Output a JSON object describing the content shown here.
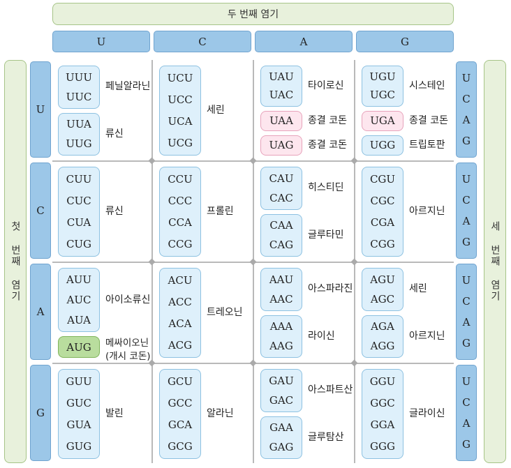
{
  "titles": {
    "second": "두 번째 염기",
    "first": "첫 번째 염기",
    "third": "세 번째 염기"
  },
  "bases": [
    "U",
    "C",
    "A",
    "G"
  ],
  "codon_table": [
    {
      "first": "U",
      "cells": [
        {
          "groups": [
            {
              "codons": [
                "UUU",
                "UUC"
              ],
              "aa": "페닐알라닌"
            },
            {
              "codons": [
                "UUA",
                "UUG"
              ],
              "aa": "류신"
            }
          ]
        },
        {
          "groups": [
            {
              "codons": [
                "UCU",
                "UCC",
                "UCA",
                "UCG"
              ],
              "aa": "세린"
            }
          ]
        },
        {
          "groups": [
            {
              "codons": [
                "UAU",
                "UAC"
              ],
              "aa": "타이로신"
            },
            {
              "codons": [
                "UAA"
              ],
              "aa": "종결 코돈",
              "kind": "stop"
            },
            {
              "codons": [
                "UAG"
              ],
              "aa": "종결 코돈",
              "kind": "stop"
            }
          ]
        },
        {
          "groups": [
            {
              "codons": [
                "UGU",
                "UGC"
              ],
              "aa": "시스테인"
            },
            {
              "codons": [
                "UGA"
              ],
              "aa": "종결 코돈",
              "kind": "stop"
            },
            {
              "codons": [
                "UGG"
              ],
              "aa": "트립토판"
            }
          ]
        }
      ]
    },
    {
      "first": "C",
      "cells": [
        {
          "groups": [
            {
              "codons": [
                "CUU",
                "CUC",
                "CUA",
                "CUG"
              ],
              "aa": "류신"
            }
          ]
        },
        {
          "groups": [
            {
              "codons": [
                "CCU",
                "CCC",
                "CCA",
                "CCG"
              ],
              "aa": "프롤린"
            }
          ]
        },
        {
          "groups": [
            {
              "codons": [
                "CAU",
                "CAC"
              ],
              "aa": "히스티딘"
            },
            {
              "codons": [
                "CAA",
                "CAG"
              ],
              "aa": "글루타민"
            }
          ]
        },
        {
          "groups": [
            {
              "codons": [
                "CGU",
                "CGC",
                "CGA",
                "CGG"
              ],
              "aa": "아르지닌"
            }
          ]
        }
      ]
    },
    {
      "first": "A",
      "cells": [
        {
          "groups": [
            {
              "codons": [
                "AUU",
                "AUC",
                "AUA"
              ],
              "aa": "아이소류신"
            },
            {
              "codons": [
                "AUG"
              ],
              "aa": "메싸이오닌 (개시 코돈)",
              "kind": "start"
            }
          ]
        },
        {
          "groups": [
            {
              "codons": [
                "ACU",
                "ACC",
                "ACA",
                "ACG"
              ],
              "aa": "트레오닌"
            }
          ]
        },
        {
          "groups": [
            {
              "codons": [
                "AAU",
                "AAC"
              ],
              "aa": "아스파라진"
            },
            {
              "codons": [
                "AAA",
                "AAG"
              ],
              "aa": "라이신"
            }
          ]
        },
        {
          "groups": [
            {
              "codons": [
                "AGU",
                "AGC"
              ],
              "aa": "세린"
            },
            {
              "codons": [
                "AGA",
                "AGG"
              ],
              "aa": "아르지닌"
            }
          ]
        }
      ]
    },
    {
      "first": "G",
      "cells": [
        {
          "groups": [
            {
              "codons": [
                "GUU",
                "GUC",
                "GUA",
                "GUG"
              ],
              "aa": "발린"
            }
          ]
        },
        {
          "groups": [
            {
              "codons": [
                "GCU",
                "GCC",
                "GCA",
                "GCG"
              ],
              "aa": "알라닌"
            }
          ]
        },
        {
          "groups": [
            {
              "codons": [
                "GAU",
                "GAC"
              ],
              "aa": "아스파트산"
            },
            {
              "codons": [
                "GAA",
                "GAG"
              ],
              "aa": "글루탐산"
            }
          ]
        },
        {
          "groups": [
            {
              "codons": [
                "GGU",
                "GGC",
                "GGA",
                "GGG"
              ],
              "aa": "글라이신"
            }
          ]
        }
      ]
    }
  ],
  "colors": {
    "header_blue": "#9cc7e8",
    "codon_box": "#def0fb",
    "stop_pink": "#fde6ee",
    "start_green": "#b9dd9e",
    "title_green": "#e8f1dc"
  }
}
